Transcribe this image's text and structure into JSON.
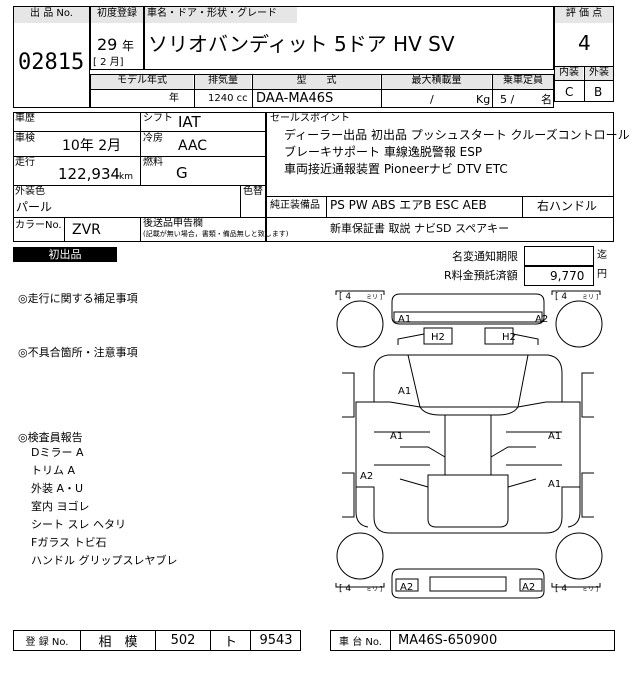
{
  "header": {
    "lot_label": "出 品 No.",
    "lot_no": "02815",
    "reg_label": "初度登録",
    "year": "29",
    "year_unit": "年",
    "month_text": "[ 2 月]",
    "car_label": "車名・ドア・形状・グレード",
    "car_name": "ソリオバンディット 5ドア  HV SV",
    "rating_label": "評 価 点",
    "rating": "4",
    "interior_label": "内装",
    "exterior_label": "外装",
    "interior": "C",
    "exterior": "B"
  },
  "specs": {
    "model_year_label": "モデル年式",
    "model_year_unit": "年",
    "displacement_label": "排気量",
    "displacement": "1240 cc",
    "type_label": "型　　式",
    "type": "DAA-MA46S",
    "max_load_label": "最大積載量",
    "max_load_sep": "/",
    "max_load_unit": "Kg",
    "capacity_label": "乗車定員",
    "capacity": "5 /",
    "capacity_unit": "名"
  },
  "details": {
    "history_label": "車歴",
    "shift_label": "シフト",
    "shift": "IAT",
    "inspection_label": "車検",
    "inspection": "10年  2月",
    "ac_label": "冷房",
    "ac": "AAC",
    "mileage_label": "走行",
    "mileage": "122,934",
    "mileage_unit": "km",
    "fuel_label": "燃料",
    "fuel": "G",
    "ext_color_label": "外装色",
    "ext_color": "パール",
    "color_label": "色替",
    "color_no_label": "カラーNo.",
    "color_no": "ZVR",
    "docs_label": "後送品申告欄",
    "docs_note": "(記載が無い場合，書類・備品無しと致します)"
  },
  "sales": {
    "label": "セールスポイント",
    "lines": [
      "ディーラー出品 初出品 プッシュスタート クルーズコントロール",
      "ブレーキサポート 車線逸脱警報 ESP",
      "車両接近通報装置 Pioneerナビ DTV ETC"
    ],
    "equip_label": "純正装備品",
    "equip": "PS PW ABS エアB ESC AEB",
    "handle": "右ハンドル",
    "warranty": "新車保証書 取説 ナビSD スペアキー"
  },
  "flags": {
    "first_listing": "初出品",
    "name_change_label": "名変通知期限",
    "name_change_unit": "迄",
    "recycle_label": "R料金預託済額",
    "recycle": "9,770",
    "recycle_unit": "円"
  },
  "remarks": {
    "driving_label": "◎走行に関する補足事項",
    "defects_label": "◎不具合箇所・注意事項",
    "inspector_label": "◎検査員報告",
    "inspector_lines": [
      "Dミラー A",
      "トリム A",
      "外装 A・U",
      "室内 ヨゴレ",
      "シート スレ ヘタリ",
      "Fガラス トビ石",
      "ハンドル グリップスレヤブレ"
    ]
  },
  "diagram": {
    "tire_count": "4",
    "tire_unit": "ミリ",
    "marks": [
      "A1",
      "A2",
      "H2",
      "H2",
      "A1",
      "A1",
      "A1",
      "A2",
      "A1",
      "A2",
      "A2"
    ]
  },
  "footer": {
    "reg_label": "登 録 No.",
    "region": "相　模",
    "class_no": "502",
    "kana": "ト",
    "number": "9543",
    "chassis_label": "車 台 No.",
    "chassis": "MA46S-650900"
  }
}
